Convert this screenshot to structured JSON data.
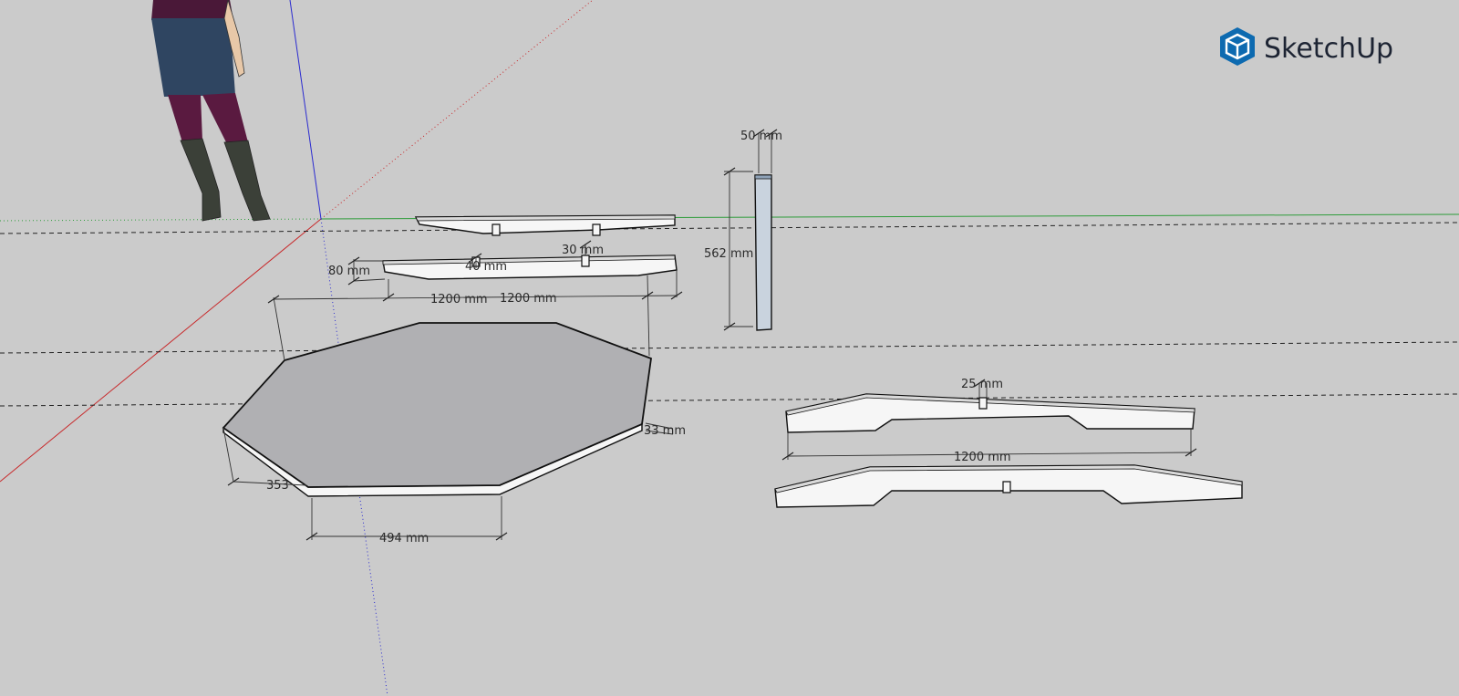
{
  "app": {
    "brand": "SketchUp",
    "brand_icon": "sketchup-logo-icon",
    "colors": {
      "background": "#cbcbcb",
      "axis_red": "#c8282a",
      "axis_green": "#2e9c3a",
      "axis_blue": "#2b2bd0",
      "face_grey": "#b0b0b3",
      "face_white": "#f6f6f6",
      "post_blue": "#c9d3de",
      "brand_blue": "#0d6ab0"
    }
  },
  "dimensions": {
    "post_depth": "50 mm",
    "post_height": "562 mm",
    "notch_top": "30 mm",
    "notch_mid": "40 mm",
    "beam_height": "80 mm",
    "span_left": "1200 mm",
    "span_right": "1200 mm",
    "top_thickness": "33 mm",
    "edge_left": "353",
    "edge_bottom": "494 mm",
    "notch_right": "25 mm",
    "beam_right_length": "1200 mm"
  }
}
